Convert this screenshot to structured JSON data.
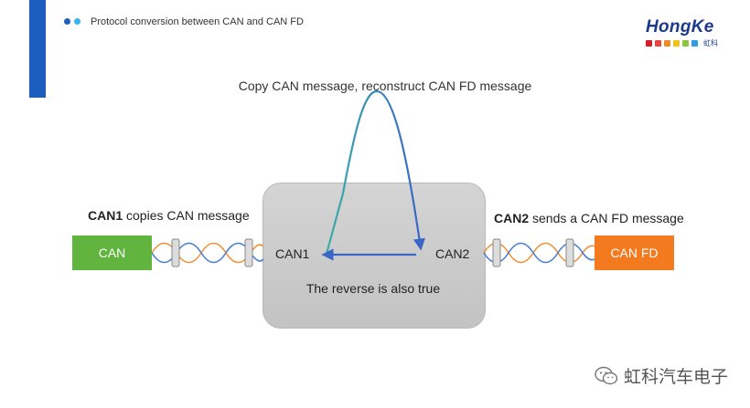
{
  "header": {
    "title": "Protocol conversion between CAN and CAN FD",
    "accent_color": "#1d5dbf",
    "dot_colors": [
      "#1d5dbf",
      "#34b5ea"
    ]
  },
  "logo": {
    "word": "HongKe",
    "chinese": "虹科",
    "square_colors": [
      "#d91b2a",
      "#e8453c",
      "#f08a24",
      "#f2c21b",
      "#8cc63e",
      "#2f9be3"
    ]
  },
  "diagram": {
    "top_caption": "Copy CAN message, reconstruct CAN FD message",
    "left_label_bold": "CAN1",
    "left_label_rest": " copies CAN message",
    "right_label_bold": "CAN2",
    "right_label_rest": " sends a CAN FD message",
    "port_left": "CAN1",
    "port_right": "CAN2",
    "reverse_note": "The reverse is also true",
    "node_left": "CAN",
    "node_right": "CAN FD",
    "colors": {
      "can_node": "#61b53f",
      "canfd_node": "#f47a20",
      "cable_blue": "#4a7fd0",
      "cable_orange": "#f0923a",
      "arrow_teal": "#3aaea8",
      "arrow_blue": "#3a66c8"
    }
  },
  "watermark": {
    "icon": "wechat-icon",
    "text": "虹科汽车电子"
  }
}
